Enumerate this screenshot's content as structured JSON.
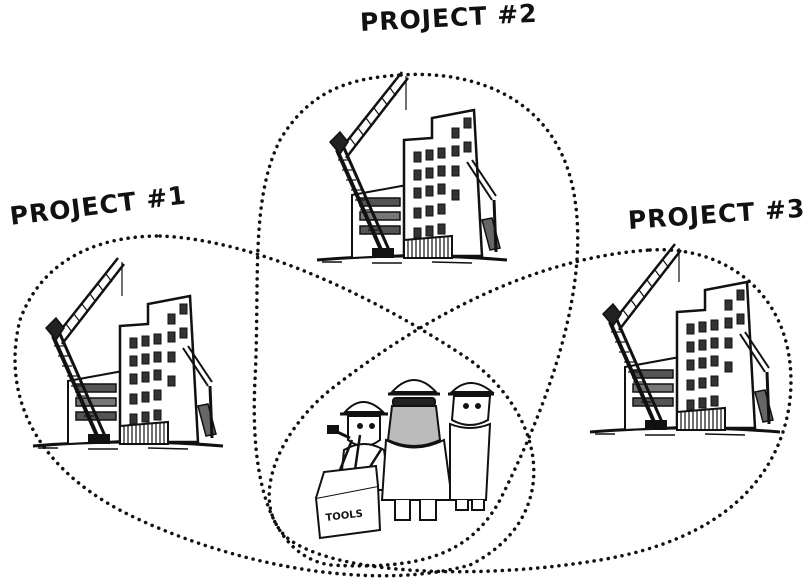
{
  "projects": [
    {
      "title": "PROJECT #1"
    },
    {
      "title": "PROJECT #2"
    },
    {
      "title": "PROJECT #3"
    }
  ],
  "toolbox_label": "TOOLS",
  "colors": {
    "ink": "#111111",
    "background": "#ffffff"
  }
}
